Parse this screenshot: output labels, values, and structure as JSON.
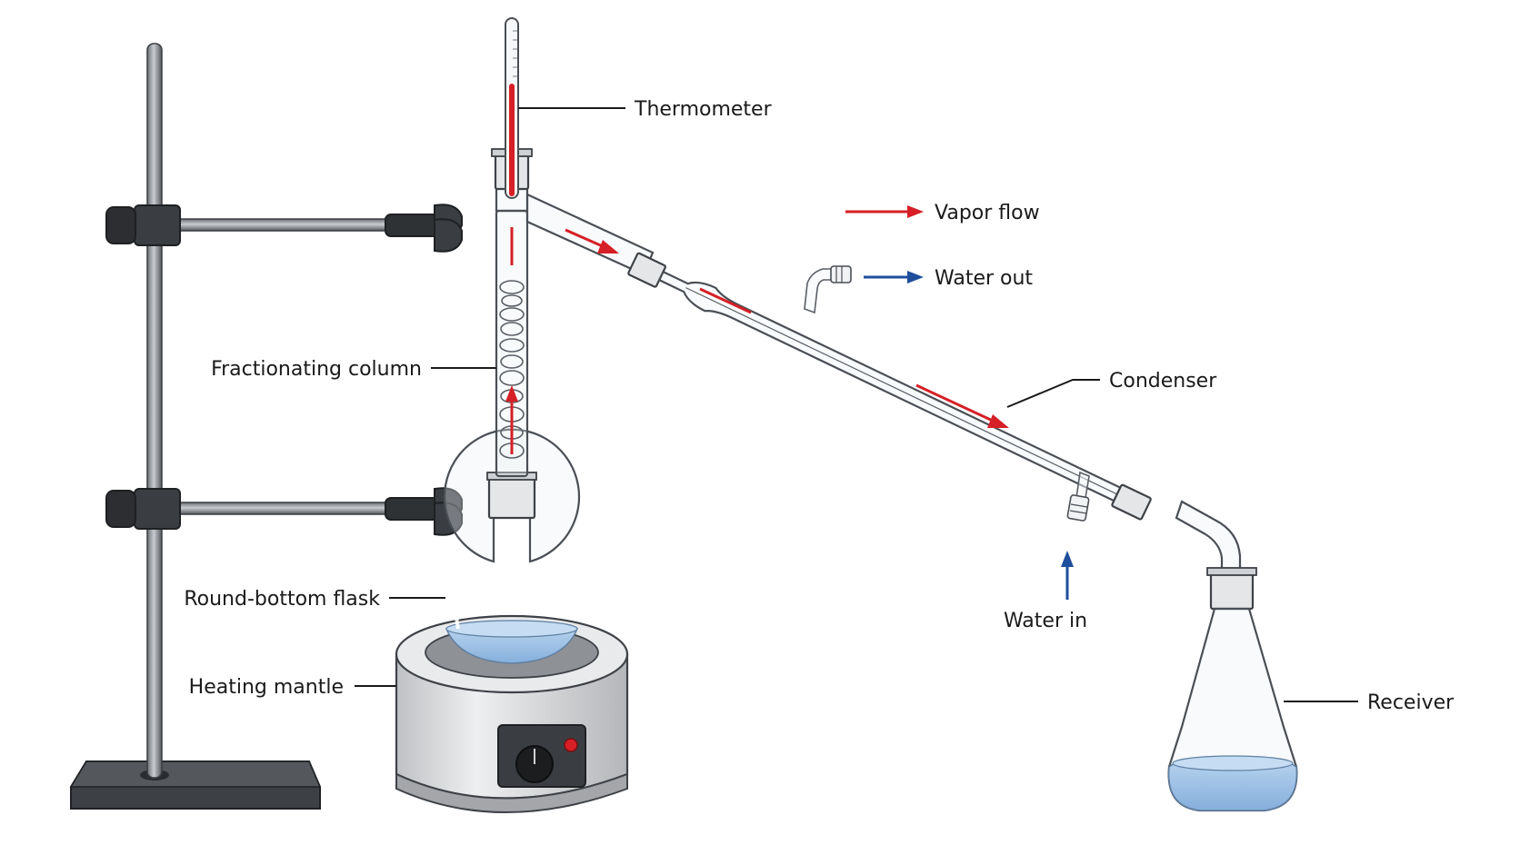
{
  "labels": {
    "thermometer": "Thermometer",
    "fractionating_column": "Fractionating column",
    "round_bottom_flask": "Round-bottom flask",
    "heating_mantle": "Heating mantle",
    "condenser": "Condenser",
    "water_in": "Water in",
    "receiver": "Receiver"
  },
  "legend": {
    "vapor_flow": "Vapor flow",
    "water_out": "Water out"
  },
  "colors": {
    "vapor": "#d61f26",
    "water": "#1f4e9c",
    "liquid": "#9cc1e6",
    "stand": "#3a3d41",
    "mantle": "#d8d9db"
  }
}
